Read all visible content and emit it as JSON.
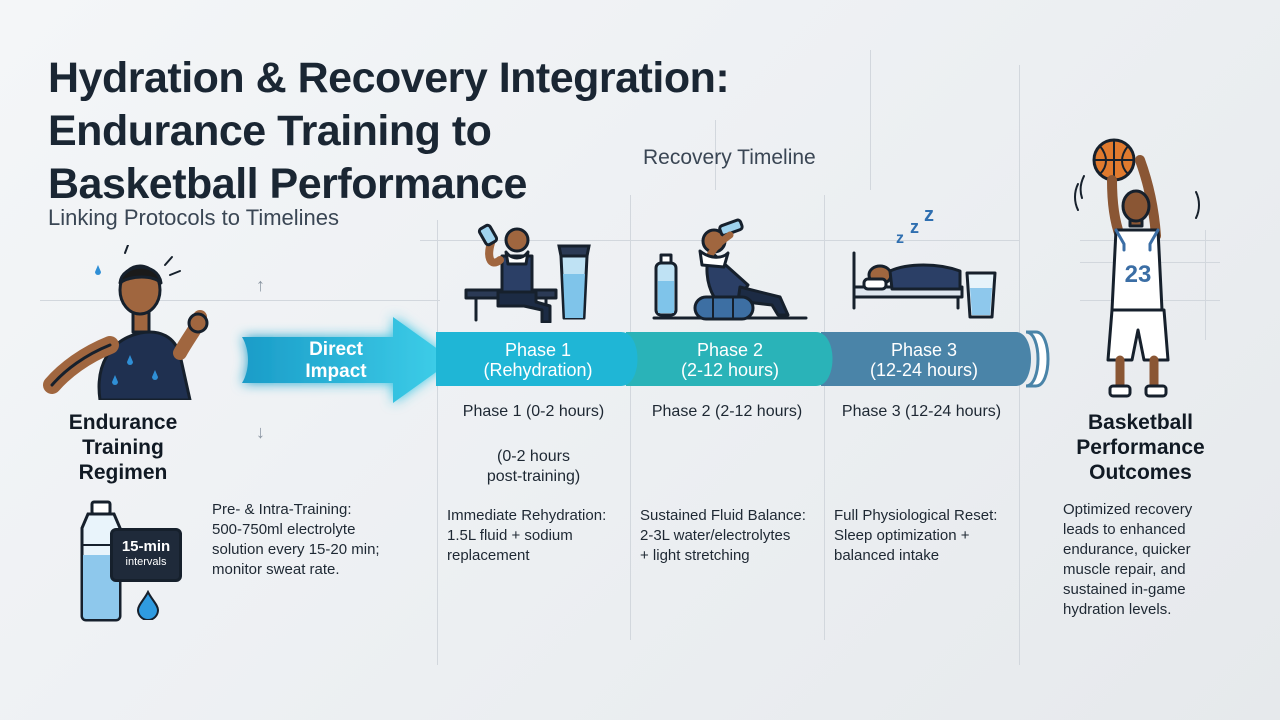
{
  "header": {
    "title_line1": "Hydration & Recovery Integration:",
    "title_line2": "Endurance Training to",
    "title_line3": "Basketball Performance",
    "subtitle": "Linking Protocols to Timelines"
  },
  "timeline": {
    "title": "Recovery Timeline",
    "phases": [
      {
        "arrow_line1": "Phase 1",
        "arrow_line2": "(Rehydration)",
        "label": "Phase 1 (0-2 hours)",
        "note_line1": "(0-2 hours",
        "note_line2": "post-training)",
        "protocol_title": "Immediate Rehydration:",
        "protocol_line1": "1.5L fluid + sodium",
        "protocol_line2": "replacement",
        "color": "#1fb6d6"
      },
      {
        "arrow_line1": "Phase 2",
        "arrow_line2": "(2-12 hours)",
        "label": "Phase 2 (2-12 hours)",
        "protocol_title": "Sustained Fluid Balance:",
        "protocol_line1": "2-3L water/electrolytes",
        "protocol_line2": "+ light stretching",
        "color": "#2ab3b8"
      },
      {
        "arrow_line1": "Phase 3",
        "arrow_line2": "(12-24 hours)",
        "label": "Phase 3 (12-24 hours)",
        "protocol_title": "Full Physiological Reset:",
        "protocol_line1": "Sleep optimization +",
        "protocol_line2": "balanced intake",
        "color": "#4a84a8"
      }
    ]
  },
  "left": {
    "heading_line1": "Endurance",
    "heading_line2": "Training",
    "heading_line3": "Regimen",
    "interval_badge_line1": "15-min",
    "interval_badge_line2": "intervals",
    "protocol_line1": "Pre- & Intra-Training:",
    "protocol_line2": "500-750ml electrolyte",
    "protocol_line3": "solution every 15-20 min;",
    "protocol_line4": "monitor sweat rate."
  },
  "connector": {
    "line1": "Direct",
    "line2": "Impact",
    "color": "#27c3e0"
  },
  "right": {
    "heading_line1": "Basketball",
    "heading_line2": "Performance",
    "heading_line3": "Outcomes",
    "jersey_number": "23",
    "text_line1": "Optimized recovery",
    "text_line2": "leads to enhanced",
    "text_line3": "endurance, quicker",
    "text_line4": "muscle repair, and",
    "text_line5": "sustained in-game",
    "text_line6": "hydration levels."
  },
  "icons": [
    "runner-icon",
    "water-bottle-icon",
    "water-drop-icon",
    "drinking-athlete-icon",
    "shaker-bottle-icon",
    "stretching-athlete-icon",
    "foam-roller-icon",
    "sleeping-person-icon",
    "water-glass-icon",
    "basketball-player-icon",
    "basketball-icon"
  ]
}
